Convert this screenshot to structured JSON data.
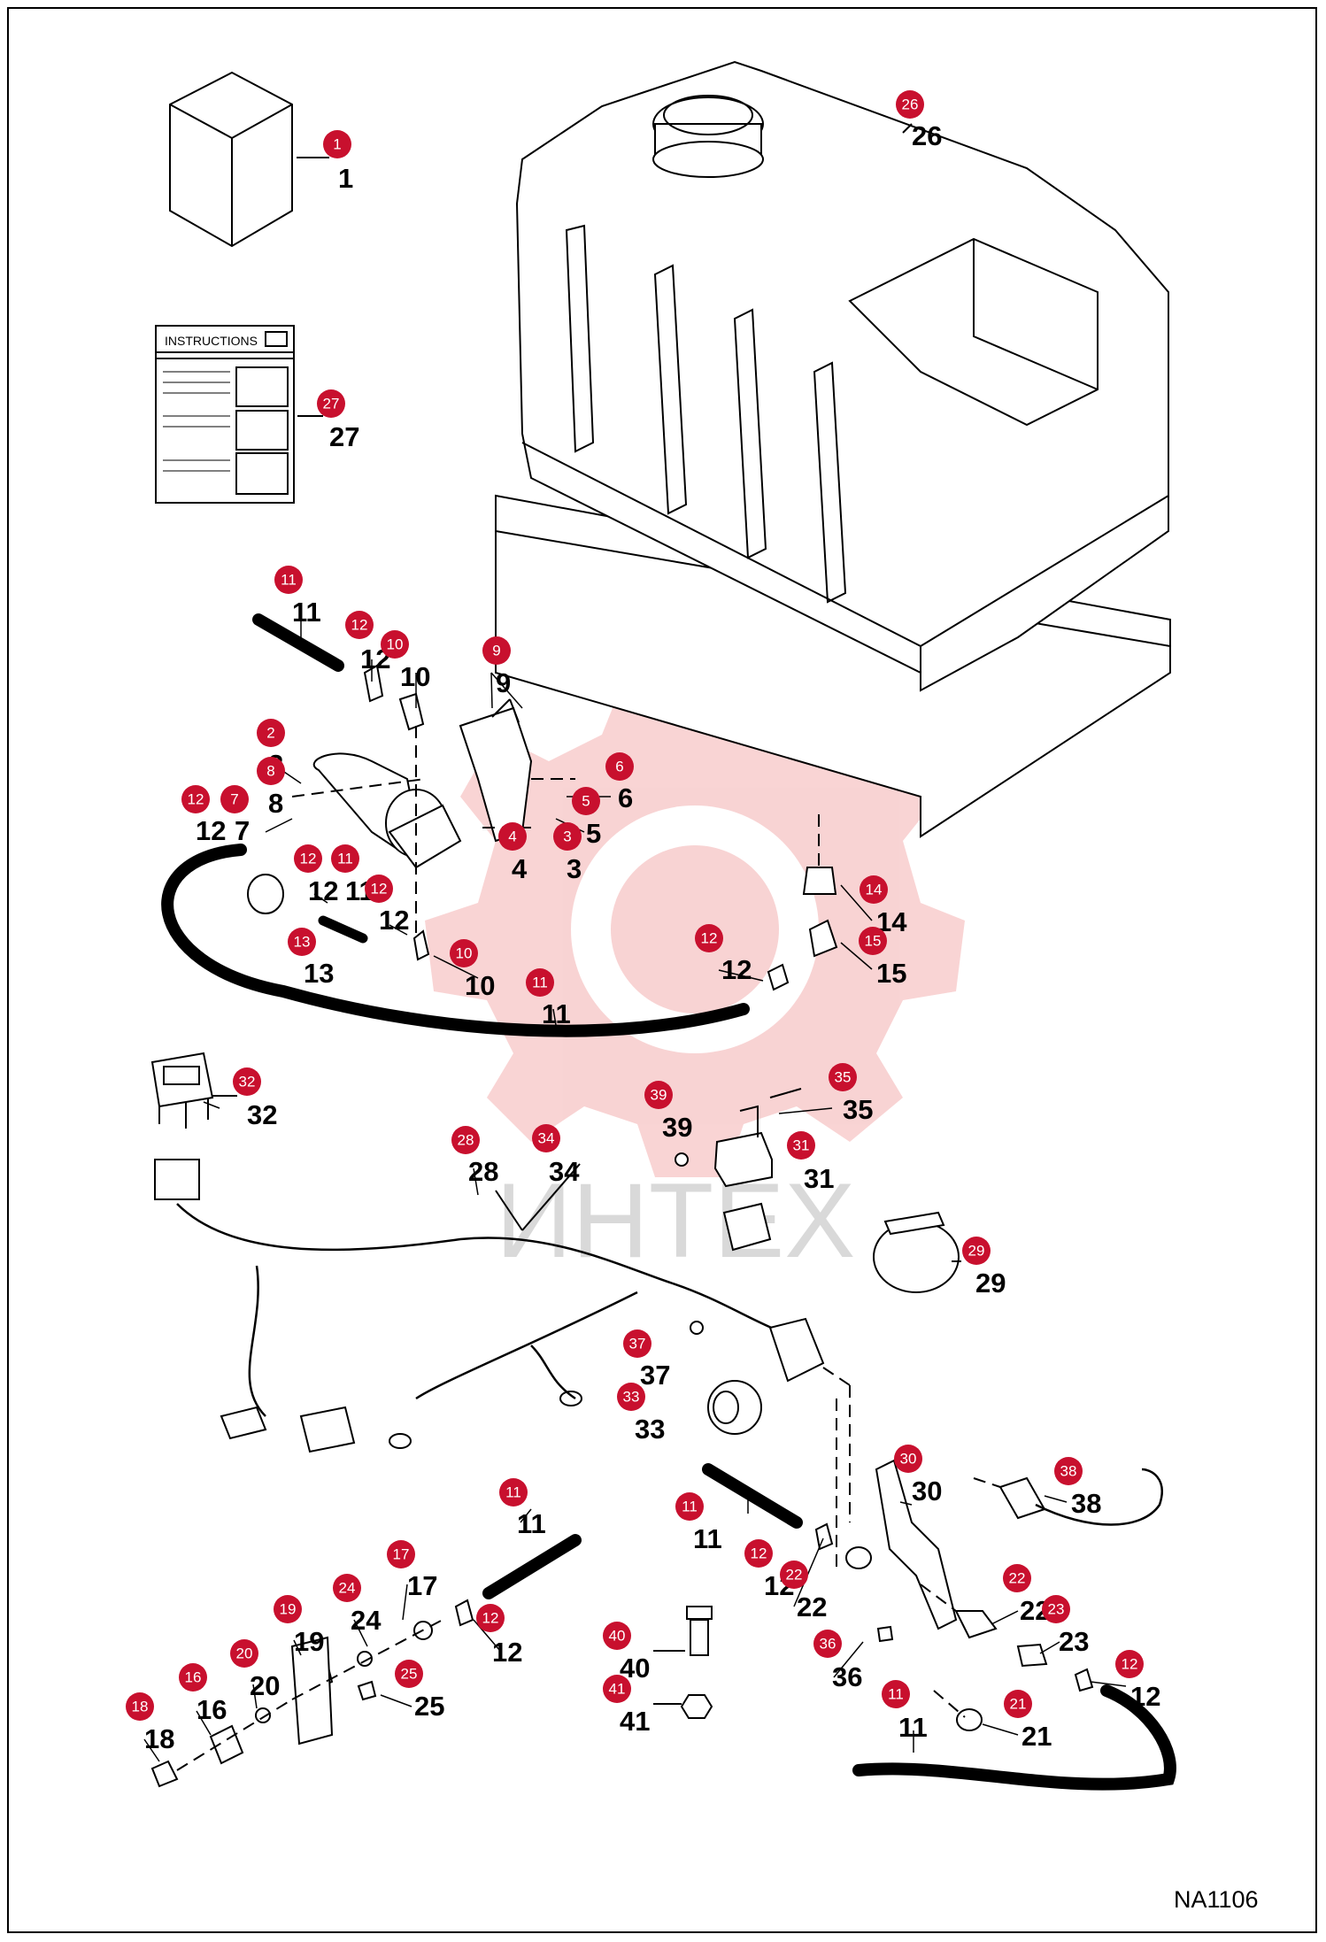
{
  "drawing_code": "NA1106",
  "instructions_title": "INSTRUCTIONS",
  "watermark": "ИНТЕХ",
  "badge_color": "#c8102e",
  "callouts": [
    {
      "id": "26",
      "text": "26"
    },
    {
      "id": "1",
      "text": "1"
    },
    {
      "id": "27",
      "text": "27"
    },
    {
      "id": "11",
      "text": "11"
    },
    {
      "id": "12",
      "text": "12"
    },
    {
      "id": "10",
      "text": "10"
    },
    {
      "id": "9",
      "text": "9"
    },
    {
      "id": "2",
      "text": "2"
    },
    {
      "id": "8",
      "text": "8"
    },
    {
      "id": "7",
      "text": "7"
    },
    {
      "id": "6",
      "text": "6"
    },
    {
      "id": "5",
      "text": "5"
    },
    {
      "id": "4",
      "text": "4"
    },
    {
      "id": "3",
      "text": "3"
    },
    {
      "id": "13",
      "text": "13"
    },
    {
      "id": "14",
      "text": "14"
    },
    {
      "id": "15",
      "text": "15"
    },
    {
      "id": "32",
      "text": "32"
    },
    {
      "id": "35",
      "text": "35"
    },
    {
      "id": "39",
      "text": "39"
    },
    {
      "id": "31",
      "text": "31"
    },
    {
      "id": "28",
      "text": "28"
    },
    {
      "id": "34",
      "text": "34"
    },
    {
      "id": "29",
      "text": "29"
    },
    {
      "id": "37",
      "text": "37"
    },
    {
      "id": "33",
      "text": "33"
    },
    {
      "id": "30",
      "text": "30"
    },
    {
      "id": "38",
      "text": "38"
    },
    {
      "id": "17",
      "text": "17"
    },
    {
      "id": "24",
      "text": "24"
    },
    {
      "id": "19",
      "text": "19"
    },
    {
      "id": "20",
      "text": "20"
    },
    {
      "id": "16",
      "text": "16"
    },
    {
      "id": "18",
      "text": "18"
    },
    {
      "id": "25",
      "text": "25"
    },
    {
      "id": "40",
      "text": "40"
    },
    {
      "id": "41",
      "text": "41"
    },
    {
      "id": "36",
      "text": "36"
    },
    {
      "id": "22",
      "text": "22"
    },
    {
      "id": "23",
      "text": "23"
    },
    {
      "id": "21",
      "text": "21"
    }
  ]
}
